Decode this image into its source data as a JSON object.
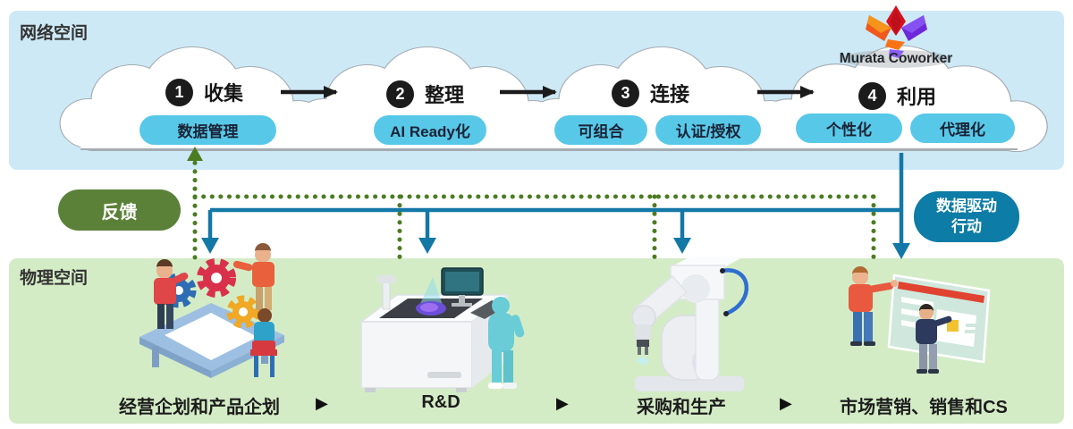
{
  "colors": {
    "cyber_panel_bg": "#cde9f6",
    "physical_panel_bg": "#d4ecc6",
    "tag_pill_bg": "#58c8e8",
    "feedback_green": "#5b8139",
    "flow_blue": "#1478a6",
    "dotted_green": "#4b7c21",
    "step_badge_black": "#1b1b1b"
  },
  "cyber": {
    "title": "网络空间",
    "brand": "Murata Coworker",
    "steps": [
      {
        "num": "1",
        "label": "收集",
        "tags": [
          "数据管理"
        ]
      },
      {
        "num": "2",
        "label": "整理",
        "tags": [
          "AI Ready化"
        ]
      },
      {
        "num": "3",
        "label": "连接",
        "tags": [
          "可组合",
          "认证/授权"
        ]
      },
      {
        "num": "4",
        "label": "利用",
        "tags": [
          "个性化",
          "代理化"
        ]
      }
    ]
  },
  "flows": {
    "feedback": "反馈",
    "action": [
      "数据驱动",
      "行动"
    ]
  },
  "physical": {
    "title": "物理空间",
    "separator": "▶",
    "stages": [
      "经营企划和产品企划",
      "R&D",
      "采购和生产",
      "市场营销、销售和CS"
    ]
  }
}
